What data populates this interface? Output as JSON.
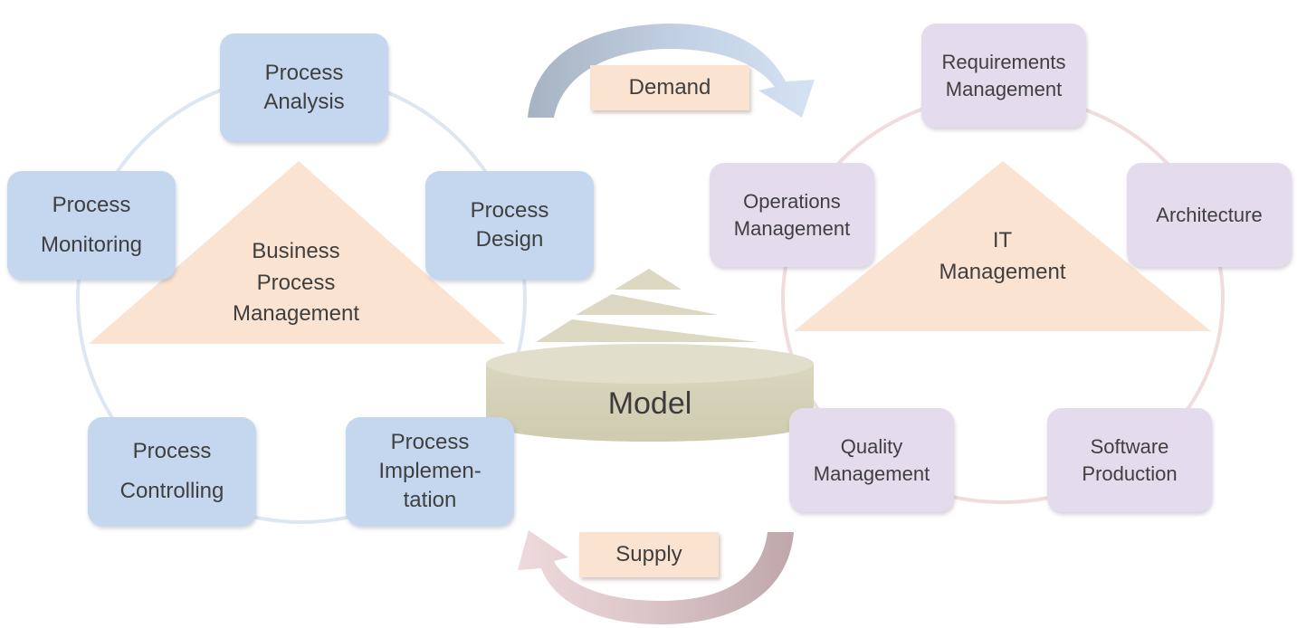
{
  "bpm": {
    "center": "Business\nProcess\nManagement",
    "nodes": [
      "Process\nAnalysis",
      "Process\nDesign",
      "Process\nImplemen-\ntation",
      "Process\nControlling",
      "Process\nMonitoring"
    ]
  },
  "it": {
    "center": "IT\nManagement",
    "nodes": [
      "Requirements\nManagement",
      "Architecture",
      "Software\nProduction",
      "Quality\nManagement",
      "Operations\nManagement"
    ]
  },
  "model": {
    "label": "Model"
  },
  "flows": {
    "top": "Demand",
    "bottom": "Supply"
  },
  "colors": {
    "bpm_node": "#c5d7ee",
    "it_node": "#e4dcec",
    "triangle": "#fbe3d2",
    "model": "#dcd8c2"
  }
}
